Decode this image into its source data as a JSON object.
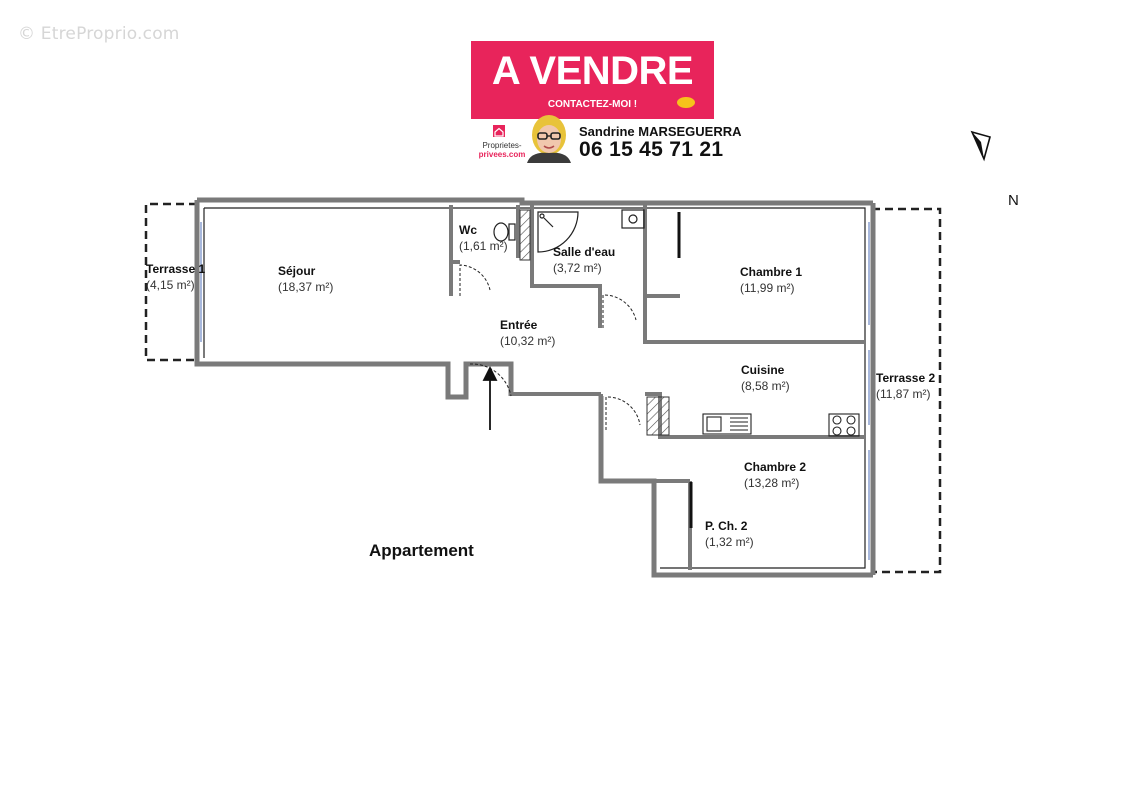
{
  "watermark": "© EtreProprio.com",
  "banner": {
    "title": "A VENDRE",
    "contact": "CONTACTEZ-MOI !",
    "agent_name": "Sandrine MARSEGUERRA",
    "phone": "06 15 45 71 21",
    "logo_line1": "Proprietes-",
    "logo_line2": "privees.com",
    "brand_color": "#e8245b"
  },
  "compass": {
    "north_label": "N"
  },
  "plan": {
    "title": "Appartement",
    "wall_color": "#7a7a7a",
    "rooms": [
      {
        "name": "Terrasse 1",
        "area": "(4,15 m²)"
      },
      {
        "name": "Séjour",
        "area": "(18,37 m²)"
      },
      {
        "name": "Wc",
        "area": "(1,61 m²)"
      },
      {
        "name": "Salle d'eau",
        "area": "(3,72 m²)"
      },
      {
        "name": "Chambre 1",
        "area": "(11,99 m²)"
      },
      {
        "name": "Entrée",
        "area": "(10,32 m²)"
      },
      {
        "name": "Cuisine",
        "area": "(8,58 m²)"
      },
      {
        "name": "Terrasse 2",
        "area": "(11,87 m²)"
      },
      {
        "name": "Chambre 2",
        "area": "(13,28 m²)"
      },
      {
        "name": "P. Ch. 2",
        "area": "(1,32 m²)"
      }
    ]
  }
}
